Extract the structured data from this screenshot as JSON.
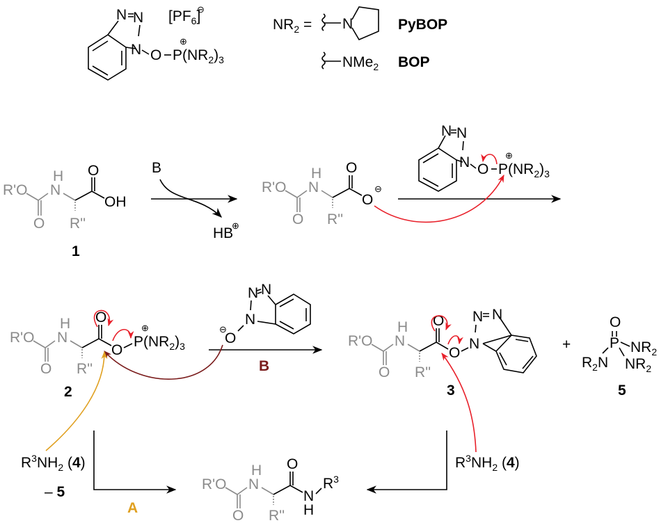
{
  "reagent": {
    "counterion": "[PF6]",
    "counterion_charge": "⊖",
    "phosphonium": "P(NR2)3",
    "phosphonium_charge": "⊕",
    "nr2_definition": "NR2 =",
    "pybop_substituent": "N (pyrrolidine)",
    "pybop_label": "PyBOP",
    "bop_substituent": "NMe2",
    "bop_label": "BOP"
  },
  "step1": {
    "compound_label": "1",
    "base": "B",
    "byproduct": "HB",
    "byproduct_charge": "⊕",
    "acid_group": "OH"
  },
  "step2": {
    "carboxylate_charge": "⊖",
    "reagent_phosphonium": "P(NR2)3"
  },
  "intermediates": {
    "phosphonium_ester_label": "2",
    "benzotriazole_ester_label": "3",
    "phosphoramide_label": "5",
    "plus": "+",
    "pathway_b_label": "B",
    "hobt_anion_charge": "⊖"
  },
  "amine": {
    "formula": "R3NH2",
    "compound_ref": "4",
    "loss_label": "– 5",
    "pathway_a_label": "A"
  },
  "colors": {
    "grey_fragment": "#8a8a8a",
    "arrow_red": "#e8202a",
    "pathway_b": "#7a1c1c",
    "pathway_a": "#e0a020"
  }
}
